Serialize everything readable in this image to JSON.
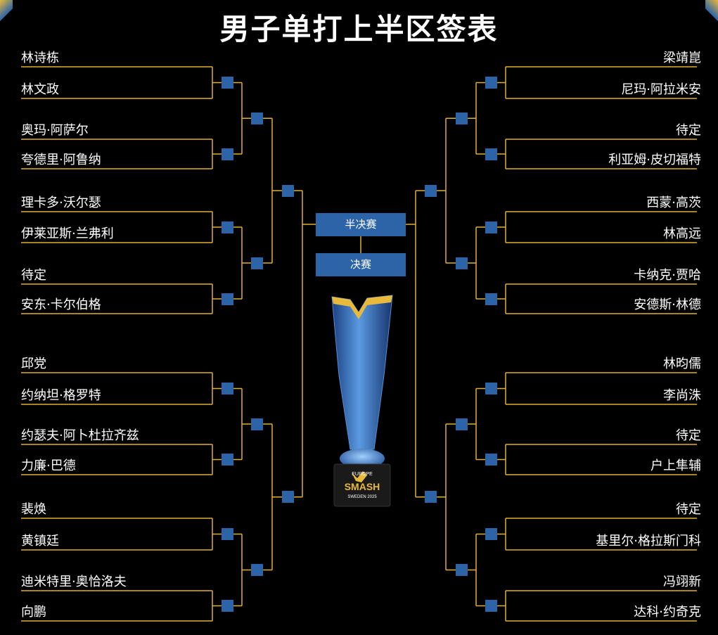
{
  "title": "男子单打上半区签表",
  "rounds": {
    "semifinal": "半决赛",
    "final": "决赛"
  },
  "trophy_logo": {
    "line1": "EUROPE",
    "line2": "SMASH",
    "line3": "SWEDEN 2025"
  },
  "icons": {
    "corners": "decorative-corner-icon"
  },
  "colors": {
    "background": "#000000",
    "line": "#e0b030",
    "slot": "#2d64a8",
    "text": "#ffffff"
  },
  "players": {
    "left": [
      "林诗栋",
      "林文政",
      "奥玛·阿萨尔",
      "夸德里·阿鲁纳",
      "理卡多·沃尔瑟",
      "伊莱亚斯·兰弗利",
      "待定",
      "安东·卡尔伯格",
      "邱党",
      "约纳坦·格罗特",
      "约瑟夫·阿卜杜拉齐兹",
      "力廉·巴德",
      "裴焕",
      "黄镇廷",
      "迪米特里·奥恰洛夫",
      "向鹏"
    ],
    "right": [
      "梁靖崑",
      "尼玛·阿拉米安",
      "待定",
      "利亚姆·皮切福特",
      "西蒙·高茨",
      "林高远",
      "卡纳克·贾哈",
      "安德斯·林德",
      "林昀儒",
      "李尚洙",
      "待定",
      "户上隼辅",
      "待定",
      "基里尔·格拉斯门科",
      "冯翊新",
      "达科·约奇克"
    ]
  }
}
